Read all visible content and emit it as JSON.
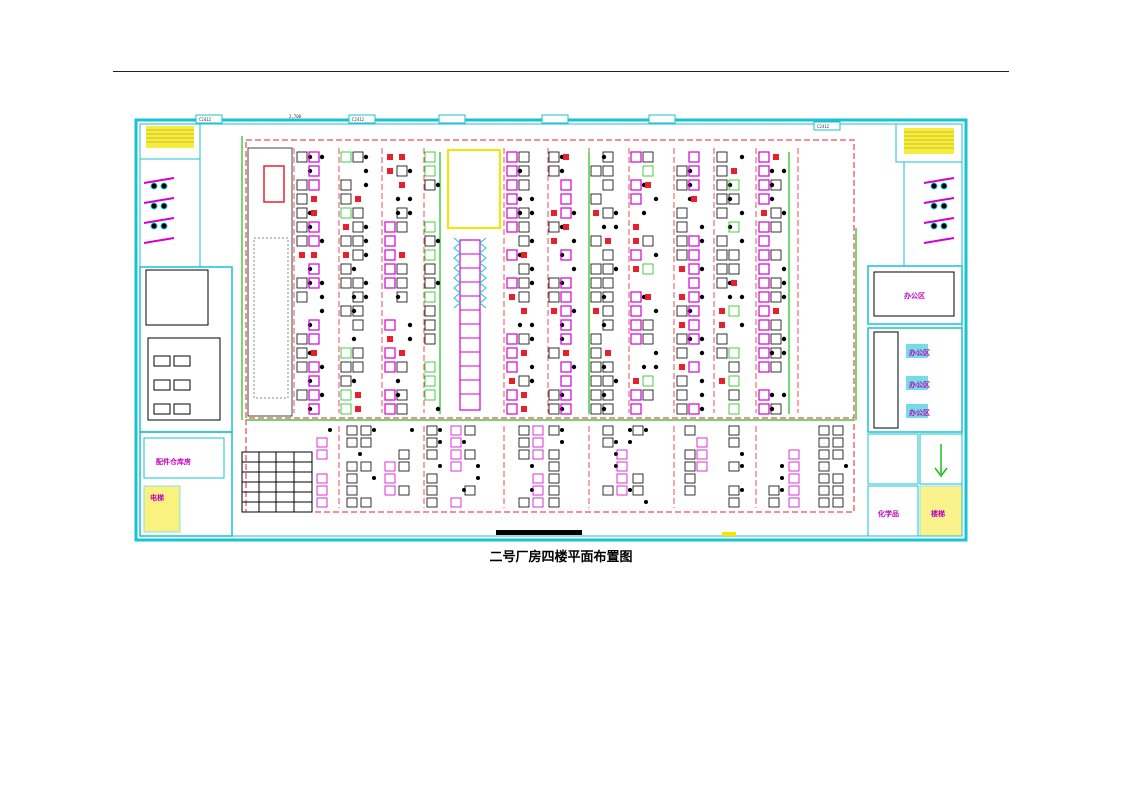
{
  "document": {
    "caption": "二号厂房四楼平面布置图"
  },
  "rooms": {
    "left_bottom_upper": "配件仓库房",
    "left_bottom_lower": "电梯",
    "right_middle_top": "办公区",
    "right_middle_a": "办公区",
    "right_middle_b": "办公区",
    "right_middle_c": "办公区",
    "right_bottom_left": "化学品",
    "right_bottom_right": "楼梯"
  },
  "dimension": "2,700",
  "window_tag": "C2412",
  "colors": {
    "wall": "#19c3d3",
    "aisle": "#e8202a",
    "equipment": "#000000",
    "machine_outline": "#d000d0",
    "conveyor": "#18c018",
    "highlight": "#f4e600"
  }
}
